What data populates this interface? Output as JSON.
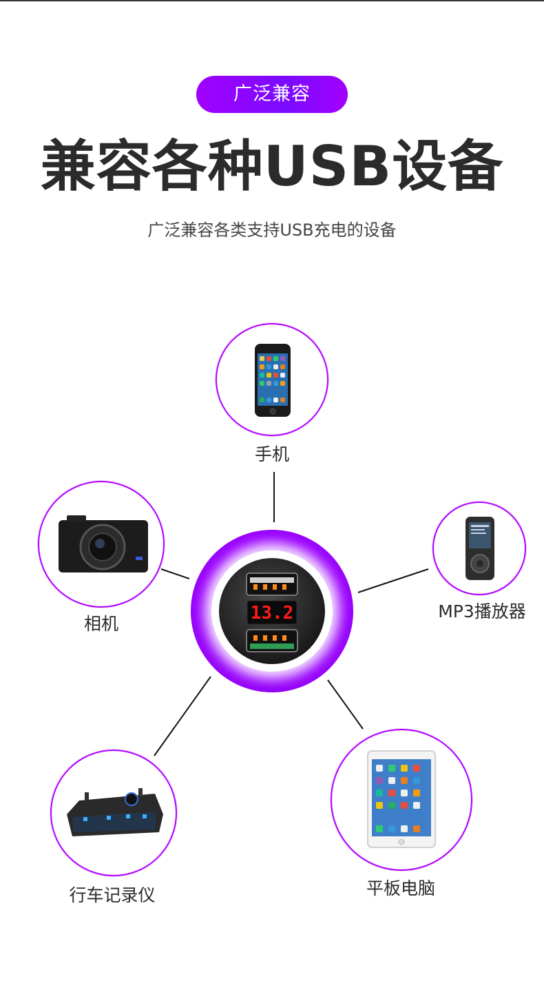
{
  "header": {
    "badge": "广泛兼容",
    "title": "兼容各种USB设备",
    "subtitle": "广泛兼容各类支持USB充电的设备"
  },
  "devices": [
    {
      "id": "phone",
      "label": "手机"
    },
    {
      "id": "camera",
      "label": "相机"
    },
    {
      "id": "mp3",
      "label": "MP3播放器"
    },
    {
      "id": "dashcam",
      "label": "行车记录仪"
    },
    {
      "id": "tablet",
      "label": "平板电脑"
    }
  ],
  "charger": {
    "display_value": "13.2"
  },
  "colors": {
    "accent": "#9b00ff",
    "accent_light": "#c56bff",
    "ring": "#b000ff",
    "display_red": "#ff1a1a"
  }
}
